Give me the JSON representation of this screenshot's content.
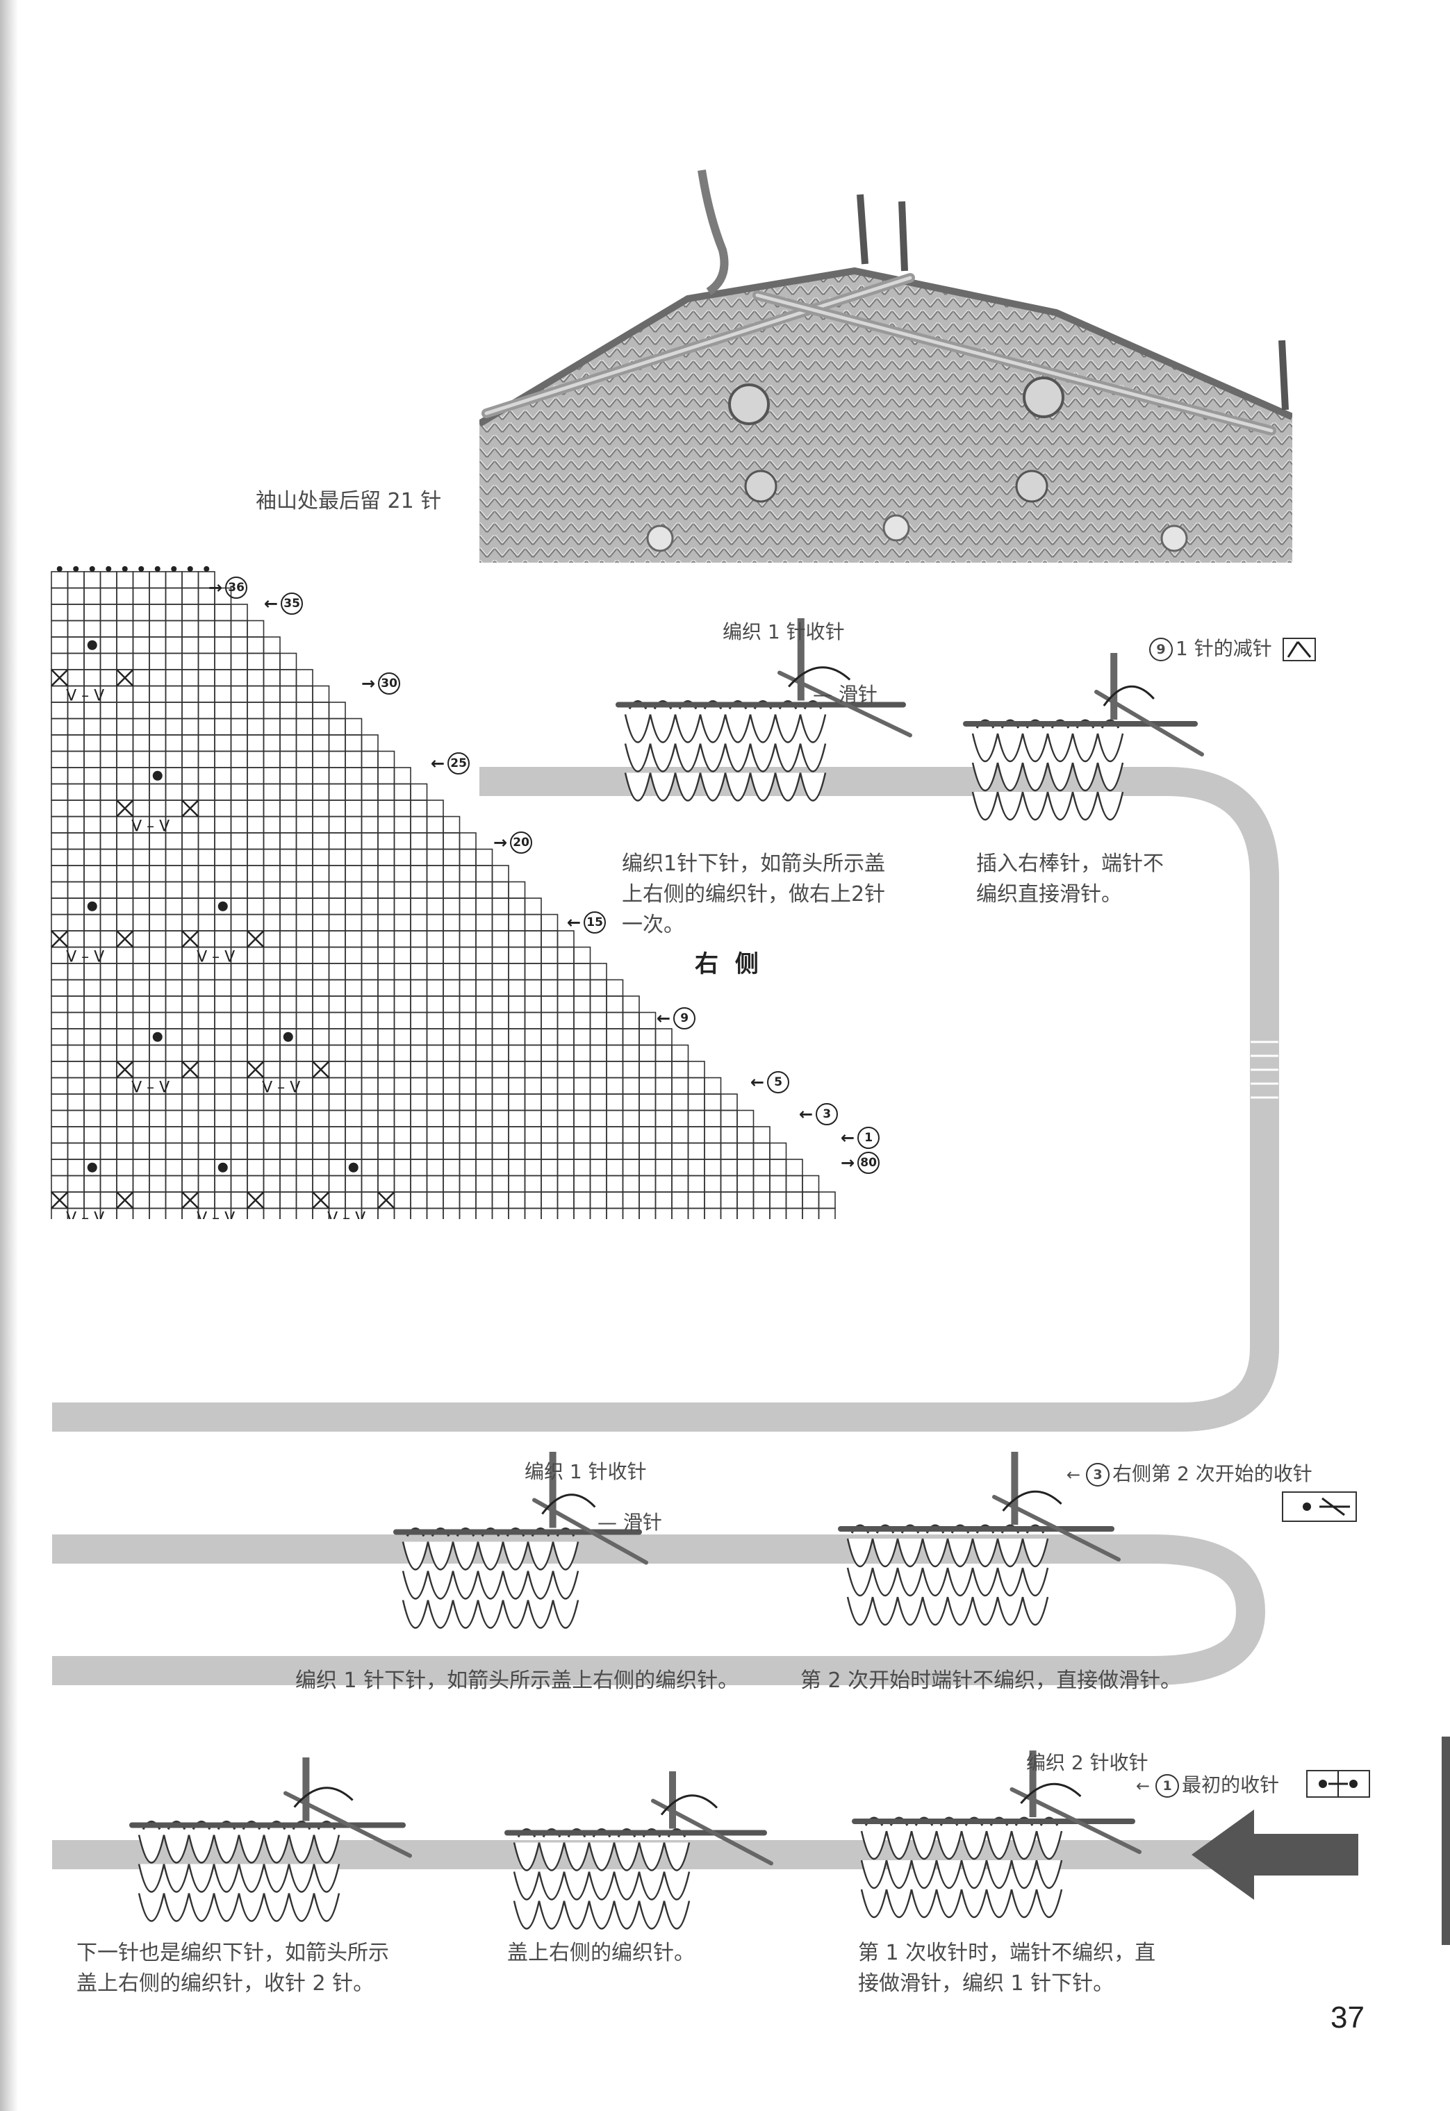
{
  "photo": {
    "caption": "袖山处最后留 21 针"
  },
  "chart": {
    "side_label": "右 侧",
    "row_markers": [
      "36",
      "35",
      "30",
      "25",
      "20",
      "15",
      "9",
      "5",
      "3",
      "1",
      "80"
    ],
    "cell_symbol": "V – V"
  },
  "section_top": {
    "step1": {
      "title": "编织 1 针收针",
      "slip_label": "滑针",
      "caption": "编织1针下针，如箭头所示盖\n上右侧的编织针，做右上2针\n一次。"
    },
    "step2": {
      "label_num": "9",
      "label": "1 针的减针",
      "caption": "插入右棒针，端针不\n编织直接滑针。"
    }
  },
  "section_mid": {
    "step1": {
      "title": "编织 1 针收针",
      "slip_label": "滑针",
      "caption": "编织 1 针下针，如箭头所示盖上右侧的编织针。"
    },
    "step2": {
      "label_num": "3",
      "label": "右侧第 2 次开始的收针",
      "caption": "第 2 次开始时端针不编织，直接做滑针。"
    }
  },
  "section_bottom": {
    "step1": {
      "caption": "下一针也是编织下针，如箭头所示\n盖上右侧的编织针，收针 2 针。"
    },
    "step2": {
      "caption": "盖上右侧的编织针。"
    },
    "step3": {
      "title": "编织 2 针收针",
      "label_num": "1",
      "label": "最初的收针",
      "caption": "第 1 次收针时，端针不编织，直\n接做滑针，编织 1 针下针。"
    }
  },
  "page_number": "37"
}
